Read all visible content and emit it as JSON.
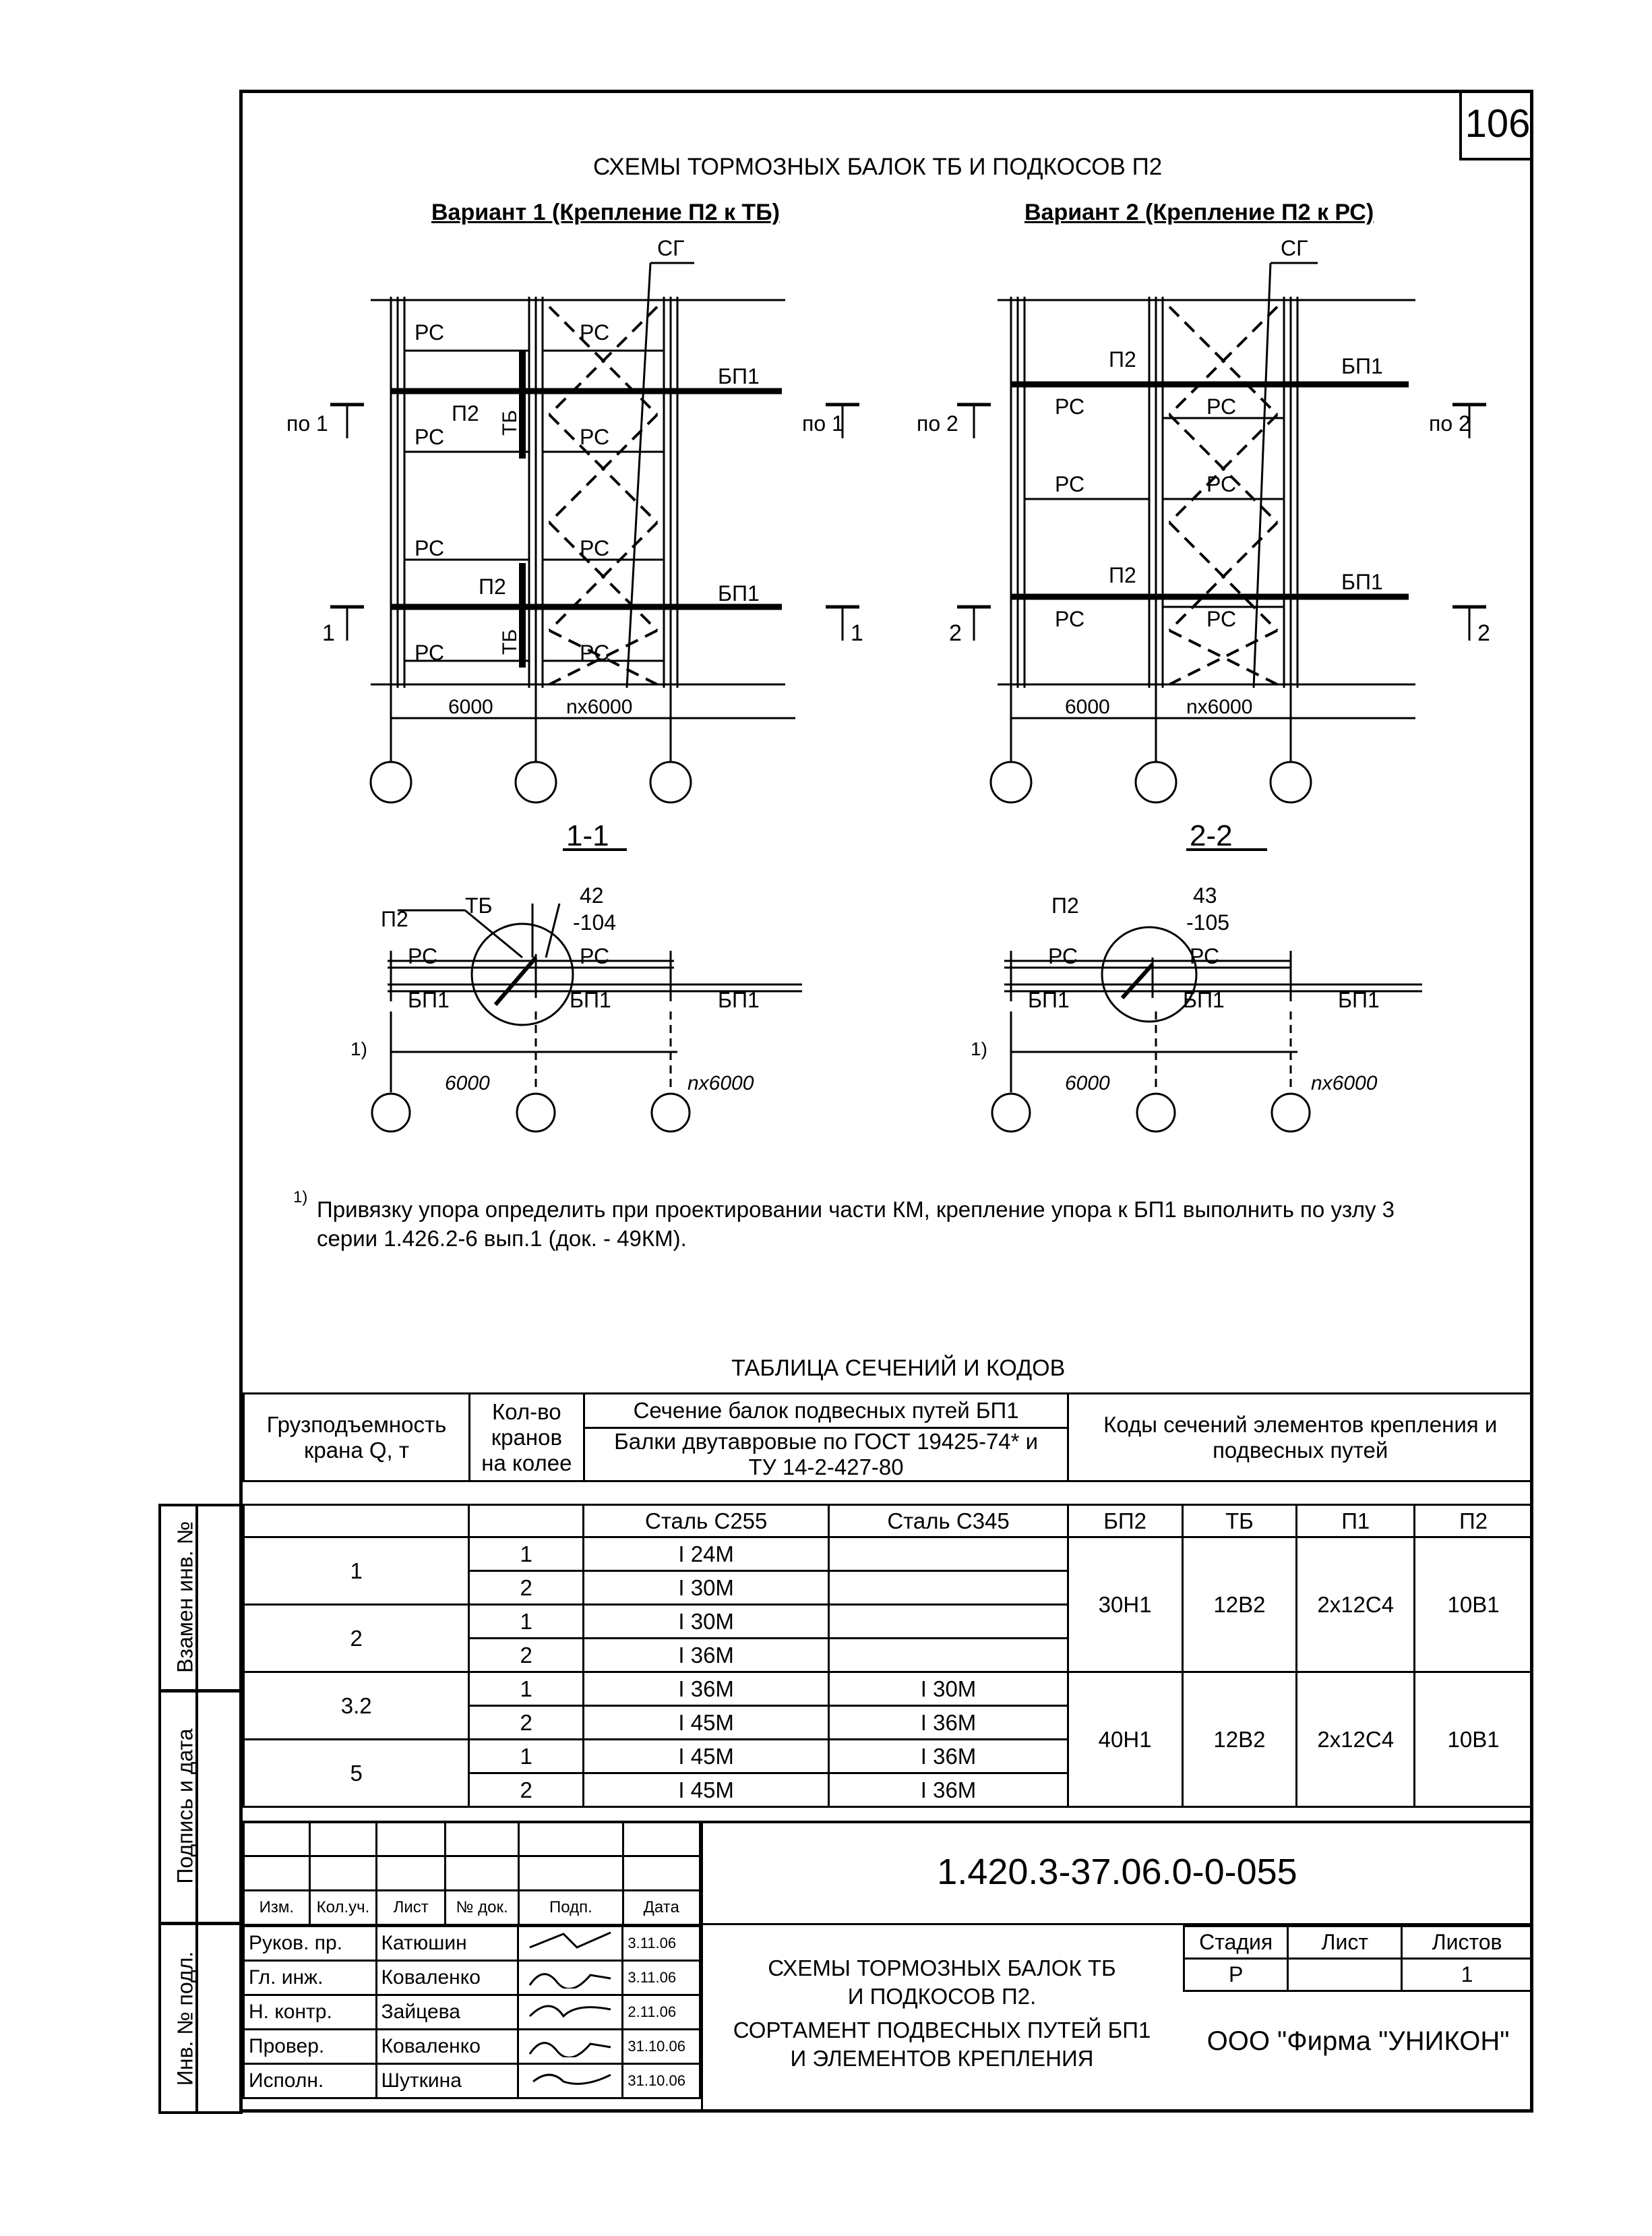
{
  "sheet_number": "106",
  "title": "СХЕМЫ ТОРМОЗНЫХ БАЛОК ТБ И ПОДКОСОВ П2",
  "variant1": {
    "heading": "Вариант 1 (Крепление П2 к ТБ)",
    "labels": {
      "sg": "СГ",
      "rs": "РС",
      "bp1": "БП1",
      "p2": "П2",
      "tb": "ТБ",
      "po_left": "по 1",
      "po_right": "по 1",
      "sec_left": "1",
      "sec_right": "1",
      "dim1": "6000",
      "dim2": "nх6000"
    }
  },
  "variant2": {
    "heading": "Вариант 2 (Крепление П2 к РС)",
    "labels": {
      "sg": "СГ",
      "rs": "РС",
      "bp1": "БП1",
      "p2": "П2",
      "po_left": "по 2",
      "po_right": "по 2",
      "sec_left": "2",
      "sec_right": "2",
      "dim1": "6000",
      "dim2": "nх6000"
    }
  },
  "section1": {
    "title": "1-1",
    "labels": {
      "p2": "П2",
      "tb": "ТБ",
      "node_top": "42",
      "node_bot": "-104",
      "rs": "РС",
      "bp1": "БП1",
      "note": "1)",
      "dim1": "6000",
      "dim2": "nх6000"
    }
  },
  "section2": {
    "title": "2-2",
    "labels": {
      "p2": "П2",
      "node_top": "43",
      "node_bot": "-105",
      "rs": "РС",
      "bp1": "БП1",
      "note": "1)",
      "dim1": "6000",
      "dim2": "nх6000"
    }
  },
  "footnote": {
    "marker": "1)",
    "line1": "Привязку упора определить при проектировании части КМ, крепление упора к БП1 выполнить по узлу 3",
    "line2": "серии 1.426.2-6 вып.1 (док. - 49КМ)."
  },
  "table": {
    "title": "ТАБЛИЦА СЕЧЕНИЙ И КОДОВ",
    "headers": {
      "capacity": "Грузподъемность крана Q, т",
      "cranes": "Кол-во кранов на колее",
      "section": "Сечение балок подвесных путей БП1",
      "beams": "Балки двутавровые по ГОСТ 19425-74* и ТУ 14-2-427-80",
      "steel1": "Сталь С255",
      "steel2": "Сталь С345",
      "codes": "Коды сечений элементов крепления и подвесных путей",
      "bp2": "БП2",
      "tb": "ТБ",
      "p1": "П1",
      "p2": "П2"
    },
    "groups": [
      {
        "capacity": "1",
        "rows": [
          {
            "n": "1",
            "s255": "I 24М",
            "s345": ""
          },
          {
            "n": "2",
            "s255": "I 30М",
            "s345": ""
          }
        ]
      },
      {
        "capacity": "2",
        "rows": [
          {
            "n": "1",
            "s255": "I 30М",
            "s345": ""
          },
          {
            "n": "2",
            "s255": "I 36М",
            "s345": ""
          }
        ]
      },
      {
        "capacity": "3.2",
        "rows": [
          {
            "n": "1",
            "s255": "I 36М",
            "s345": "I 30М"
          },
          {
            "n": "2",
            "s255": "I 45М",
            "s345": "I 36М"
          }
        ]
      },
      {
        "capacity": "5",
        "rows": [
          {
            "n": "1",
            "s255": "I 45М",
            "s345": "I 36М"
          },
          {
            "n": "2",
            "s255": "I 45М",
            "s345": "I 36М"
          }
        ]
      }
    ],
    "codes": [
      {
        "bp2": "30Н1",
        "tb": "12В2",
        "p1": "2х12С4",
        "p2": "10В1"
      },
      {
        "bp2": "40Н1",
        "tb": "12В2",
        "p1": "2х12С4",
        "p2": "10В1"
      }
    ]
  },
  "side_labels": [
    "Взамен инв. №",
    "Подпись и дата",
    "Инв. № подл."
  ],
  "stamp": {
    "doc_code": "1.420.3-37.06.0-0-055",
    "rev_headers": [
      "Изм.",
      "Кол.уч.",
      "Лист",
      "№ док.",
      "Подп.",
      "Дата"
    ],
    "staff": [
      {
        "role": "Руков. пр.",
        "name": "Катюшин",
        "date": "3.11.06"
      },
      {
        "role": "Гл. инж.",
        "name": "Коваленко",
        "date": "3.11.06"
      },
      {
        "role": "Н. контр.",
        "name": "Зайцева",
        "date": "2.11.06"
      },
      {
        "role": "Провер.",
        "name": "Коваленко",
        "date": "31.10.06"
      },
      {
        "role": "Исполн.",
        "name": "Шуткина",
        "date": "31.10.06"
      }
    ],
    "doc_title_1": "СХЕМЫ ТОРМОЗНЫХ БАЛОК ТБ",
    "doc_title_2": "И ПОДКОСОВ П2.",
    "doc_title_3": "СОРТАМЕНТ ПОДВЕСНЫХ ПУТЕЙ БП1",
    "doc_title_4": "И ЭЛЕМЕНТОВ КРЕПЛЕНИЯ",
    "stage_label": "Стадия",
    "sheet_label": "Лист",
    "sheets_label": "Листов",
    "stage": "Р",
    "sheet": "",
    "sheets": "1",
    "company": "ООО  \"Фирма \"УНИКОН\""
  }
}
